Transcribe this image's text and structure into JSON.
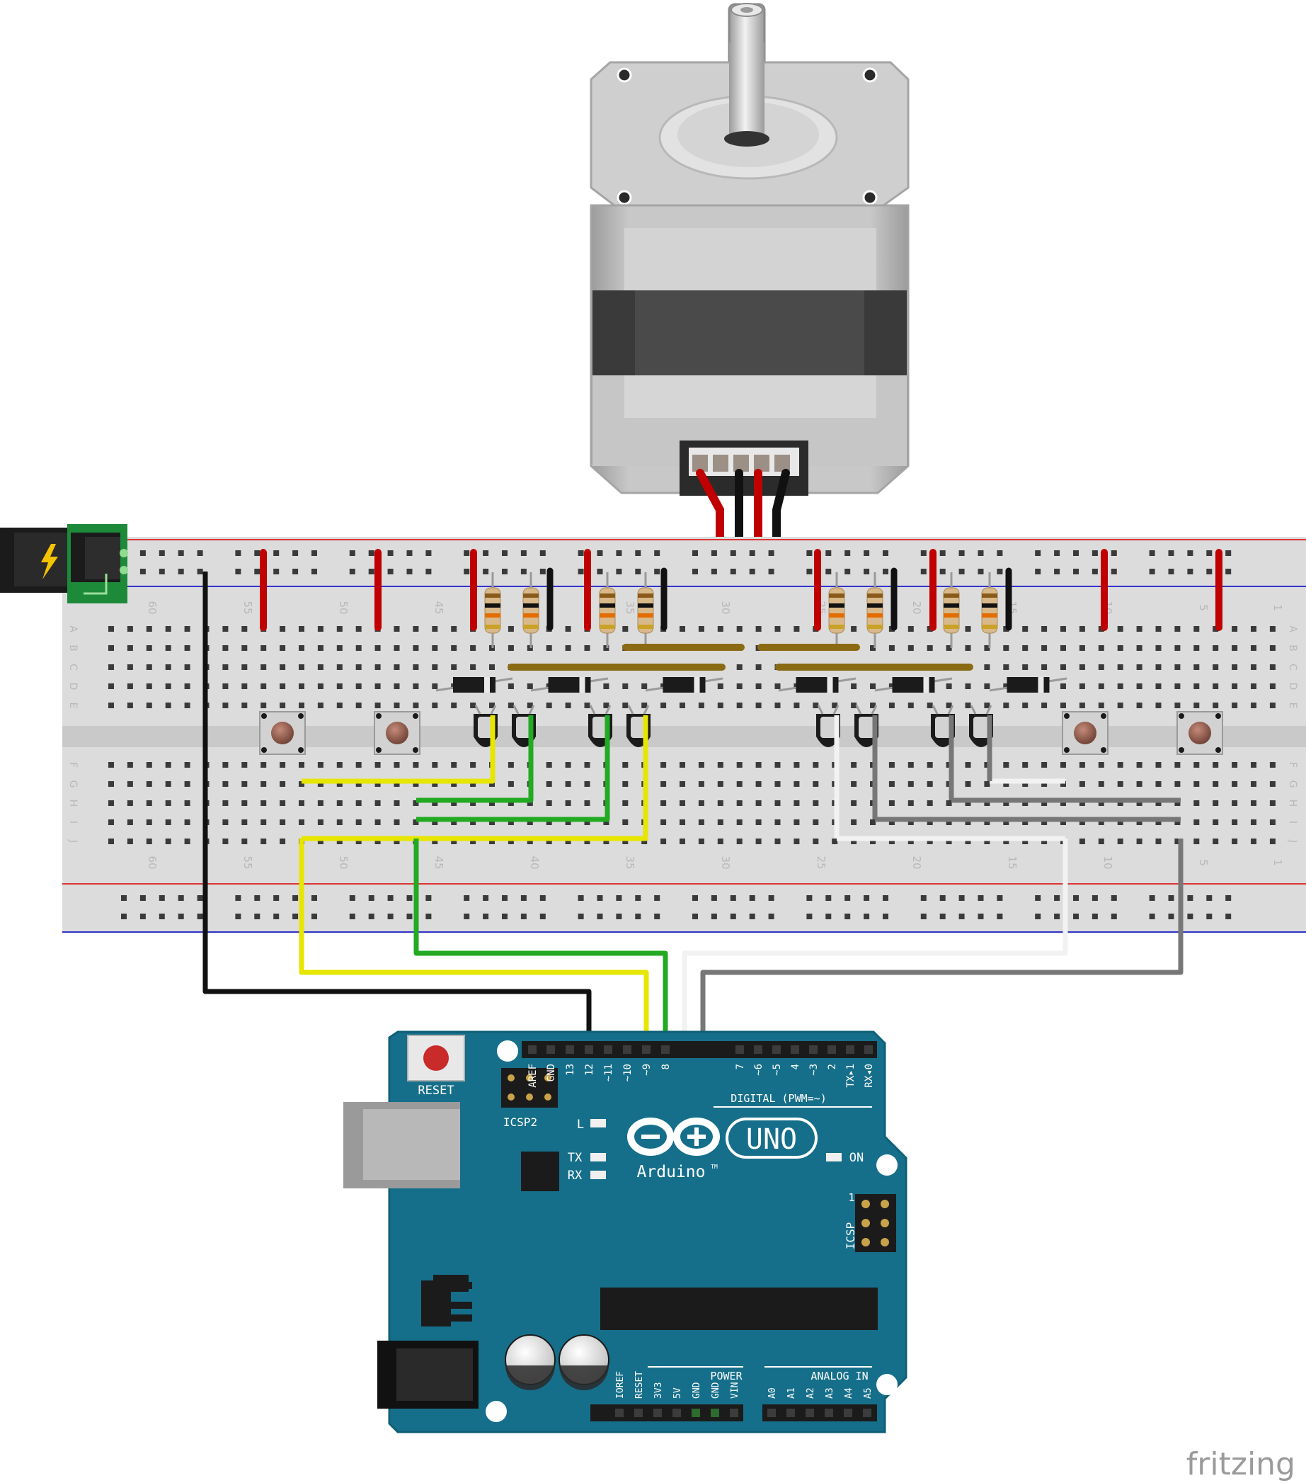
{
  "breadboard": {
    "row_numbers": [
      "60",
      "55",
      "50",
      "45",
      "40",
      "35",
      "30",
      "25",
      "20",
      "15",
      "10",
      "5",
      "1"
    ],
    "row_letters_top": [
      "A",
      "B",
      "C",
      "D",
      "E"
    ],
    "row_letters_bottom": [
      "F",
      "G",
      "H",
      "I",
      "J"
    ]
  },
  "arduino": {
    "reset_label": "RESET",
    "icsp2_label": "ICSP2",
    "icsp_label": "ICSP",
    "icsp_pin1": "1",
    "brand": "Arduino",
    "trademark": "TM",
    "model": "UNO",
    "led_l": "L",
    "led_tx": "TX",
    "led_rx": "RX",
    "led_on": "ON",
    "digital_header_label": "DIGITAL (PWM=~)",
    "digital_pins": [
      "AREF",
      "GND",
      "13",
      "12",
      "~11",
      "~10",
      "~9",
      "8",
      "7",
      "~6",
      "~5",
      "4",
      "~3",
      "2",
      "TX▸1",
      "RX◂0"
    ],
    "power_header_label": "POWER",
    "power_pins": [
      "IOREF",
      "RESET",
      "3V3",
      "5V",
      "GND",
      "GND",
      "VIN"
    ],
    "analog_header_label": "ANALOG IN",
    "analog_pins": [
      "A0",
      "A1",
      "A2",
      "A3",
      "A4",
      "A5"
    ]
  },
  "footer": {
    "watermark": "fritzing"
  }
}
